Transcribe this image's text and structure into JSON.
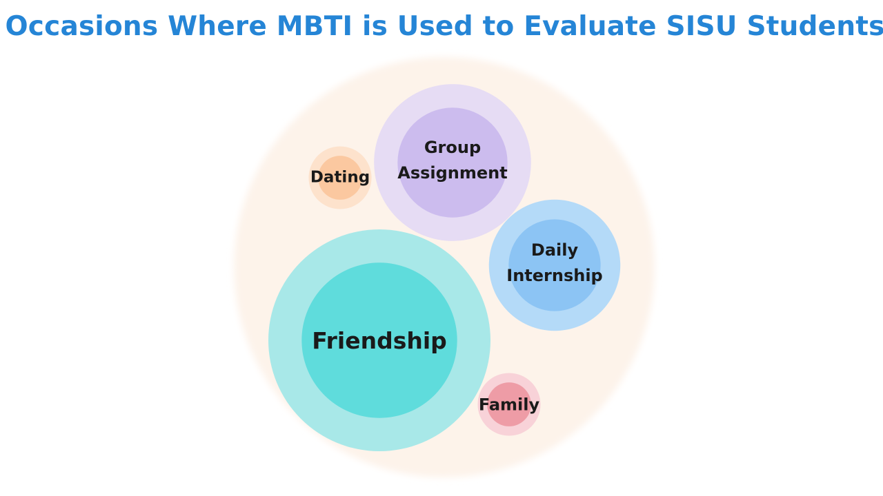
{
  "chart_data": {
    "type": "bubble",
    "title": "Occasions Where MBTI is Used to Evaluate SISU Students",
    "categories": [
      "Friendship",
      "Group Assignment",
      "Daily Internship",
      "Dating",
      "Family"
    ],
    "items": [
      {
        "label": [
          "Friendship"
        ],
        "relative_size": 100,
        "color_outer": "#a8e8e8",
        "color_inner": "#5fdcdc"
      },
      {
        "label": [
          "Group",
          "Assignment"
        ],
        "relative_size": 50,
        "color_outer": "#e6dcf4",
        "color_inner": "#ccbcee"
      },
      {
        "label": [
          "Daily",
          "Internship"
        ],
        "relative_size": 35,
        "color_outer": "#b4daf8",
        "color_inner": "#8cc4f4"
      },
      {
        "label": [
          "Dating"
        ],
        "relative_size": 8,
        "color_outer": "#fde2cc",
        "color_inner": "#fbc8a0"
      },
      {
        "label": [
          "Family"
        ],
        "relative_size": 8,
        "color_outer": "#f8d2d8",
        "color_inner": "#ee9ca6"
      }
    ]
  },
  "colors": {
    "title": "#2585d6",
    "container": "#fdf3ea"
  }
}
